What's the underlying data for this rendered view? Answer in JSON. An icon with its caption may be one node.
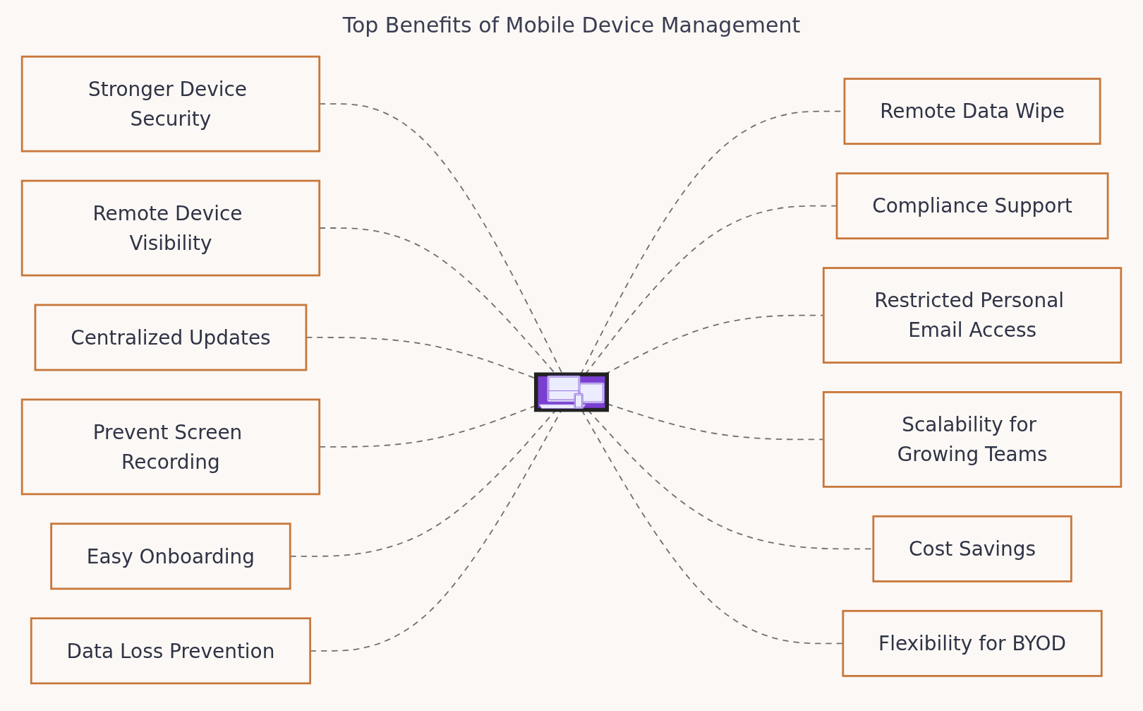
{
  "diagram": {
    "title": "Top Benefits of Mobile Device Management",
    "nodes": [
      {
        "text": [
          "Stronger Device Security"
        ]
      },
      {
        "text": [
          "Remote Device Visibility"
        ]
      },
      {
        "text": [
          "Centralized Updates"
        ]
      },
      {
        "text": [
          "Prevent Screen Recording"
        ]
      },
      {
        "text": [
          "Easy Onboarding"
        ]
      },
      {
        "text": [
          "Data Loss Prevention"
        ]
      },
      {
        "text": [
          "Remote Data Wipe"
        ]
      },
      {
        "text": [
          "Compliance Support"
        ]
      },
      {
        "text": [
          "Restricted Personal Email Access"
        ]
      },
      {
        "text": [
          "Scalability for Growing Teams"
        ]
      },
      {
        "text": [
          "Cost Savings"
        ]
      },
      {
        "text": [
          "Flexibility for BYOD"
        ]
      },
      {
        "text": [],
        "shape": "picture"
      }
    ],
    "edges": [
      {
        "from": 0,
        "to": 12,
        "arrow": "none",
        "style": "dashed"
      },
      {
        "from": 1,
        "to": 12,
        "arrow": "none",
        "style": "dashed"
      },
      {
        "from": 2,
        "to": 12,
        "arrow": "none",
        "style": "dashed"
      },
      {
        "from": 3,
        "to": 12,
        "arrow": "none",
        "style": "dashed"
      },
      {
        "from": 4,
        "to": 12,
        "arrow": "none",
        "style": "dashed"
      },
      {
        "from": 5,
        "to": 12,
        "arrow": "none",
        "style": "dashed"
      },
      {
        "from": 12,
        "to": 6,
        "arrow": "none",
        "style": "dashed"
      },
      {
        "from": 12,
        "to": 7,
        "arrow": "none",
        "style": "dashed"
      },
      {
        "from": 12,
        "to": 8,
        "arrow": "none",
        "style": "dashed"
      },
      {
        "from": 12,
        "to": 9,
        "arrow": "none",
        "style": "dashed"
      },
      {
        "from": 12,
        "to": 10,
        "arrow": "none",
        "style": "dashed"
      },
      {
        "from": 12,
        "to": 11,
        "arrow": "none",
        "style": "dashed"
      }
    ]
  }
}
